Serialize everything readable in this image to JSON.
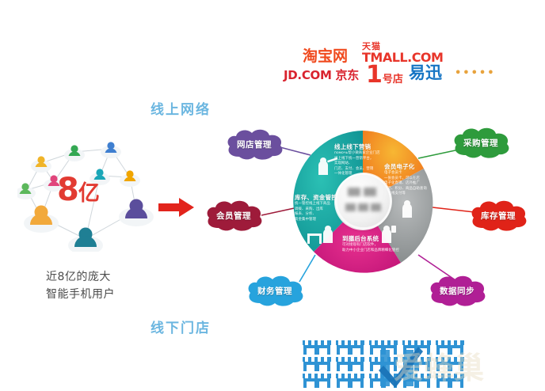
{
  "ecommerce_logos": {
    "taobao": "淘宝网",
    "tmall_cn": "天猫",
    "tmall_en": "TMALL.COM",
    "jd": "JD.COM 京东",
    "yhd_number": "1",
    "yhd_text": "号店",
    "yixun": "易迅",
    "ellipsis": "•••••"
  },
  "sections": {
    "online_label": "线上网络",
    "offline_label": "线下门店"
  },
  "users": {
    "big_number": "8",
    "big_unit": "亿",
    "caption_line1": "近8亿的庞大",
    "caption_line2": "智能手机用户"
  },
  "wheel": {
    "segments": [
      {
        "id": "marketing",
        "label": "线上线下营销",
        "body": "помочь帮小微商家企业门店\n线上线下统一营销平台，\n实现网站、\n门店、支付、会员、营销\n一体化管理",
        "color": "#f08a1e"
      },
      {
        "id": "member-digital",
        "label": "会员电子化",
        "body": "电子会员卡\n一张会员卡，可以在店\n电子化直销、店外推广\n门店、积分、商品自助查询\n可在线支付等",
        "color": "#8e8e8e"
      },
      {
        "id": "inventory-capital",
        "label": "库存、资金管控",
        "body": "统一管控线上线下商品\n调拨、采购、出库\n报表、分析、\n资金集中管理",
        "color": "#14a7a0"
      },
      {
        "id": "backend-system",
        "label": "到膳后台系统",
        "body": "可对接现有门店软件，\n助力中小企业门店和品牌精细化管控",
        "color": "#d6127f"
      }
    ],
    "center_emblem": "blurred-logo"
  },
  "clouds": [
    {
      "id": "shop-management",
      "label": "网店管理",
      "color": "#6b4f9e"
    },
    {
      "id": "procurement-management",
      "label": "采购管理",
      "color": "#2e9b3c"
    },
    {
      "id": "member-management",
      "label": "会员管理",
      "color": "#9e1b3a"
    },
    {
      "id": "inventory-management",
      "label": "库存管理",
      "color": "#e02318"
    },
    {
      "id": "finance-management",
      "label": "财务管理",
      "color": "#27a3dd"
    },
    {
      "id": "data-sync",
      "label": "数据同步",
      "color": "#b01f95"
    }
  ],
  "storefronts": {
    "rows": 3,
    "columns": 5,
    "icon": "storefront-icon",
    "color": "#2f93d4"
  },
  "watermark": {
    "text": "爱蜂巢",
    "logo": "check-m-logo"
  },
  "colors": {
    "accent_red": "#e23b32",
    "caption_blue": "#6bb6e0",
    "background": "#ffffff"
  }
}
